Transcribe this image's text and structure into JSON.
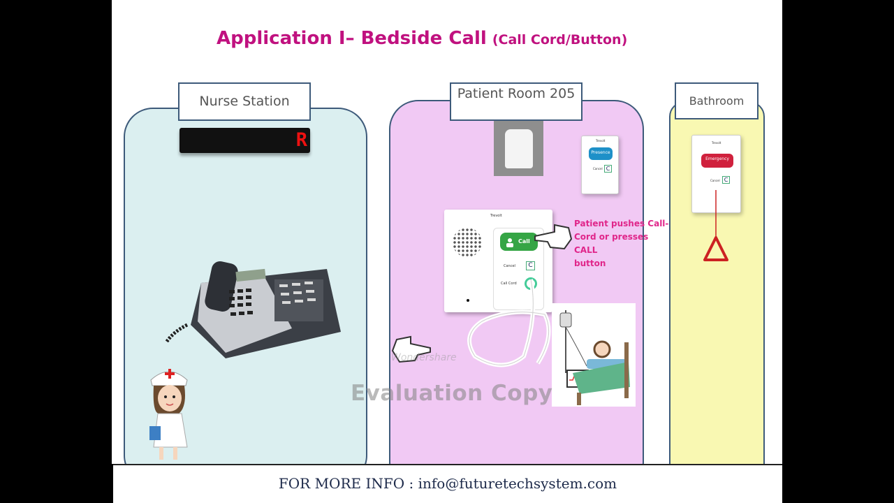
{
  "slide": {
    "title": "Application I– Bedside Call",
    "subtitle": "(Call Cord/Button)"
  },
  "zones": {
    "nurse_station": "Nurse Station",
    "patient_room": "Patient Room 205",
    "bathroom": "Bathroom"
  },
  "display": {
    "led_text": "R"
  },
  "devices": {
    "presence_button": "Presence",
    "emergency_button": "Emergency",
    "call_button": "Call",
    "cancel_label": "Cancel",
    "cancel_key": "C",
    "call_cord_label": "Call Cord",
    "brand": "Trevolt"
  },
  "callout": "Patient pushes Call-\nCord or presses CALL\nbutton",
  "watermark": {
    "brand": "Wondershare",
    "text": "Evaluation Copy"
  },
  "footer": {
    "info": "FOR MORE INFO : info@futuretechsystem.com"
  },
  "colors": {
    "title": "#c0117f",
    "nurse_zone": "#dbeff0",
    "patient_zone": "#f1c9f4",
    "bath_zone": "#f9f8b2",
    "callout": "#e0268a",
    "zone_border": "#3d5a7a"
  }
}
